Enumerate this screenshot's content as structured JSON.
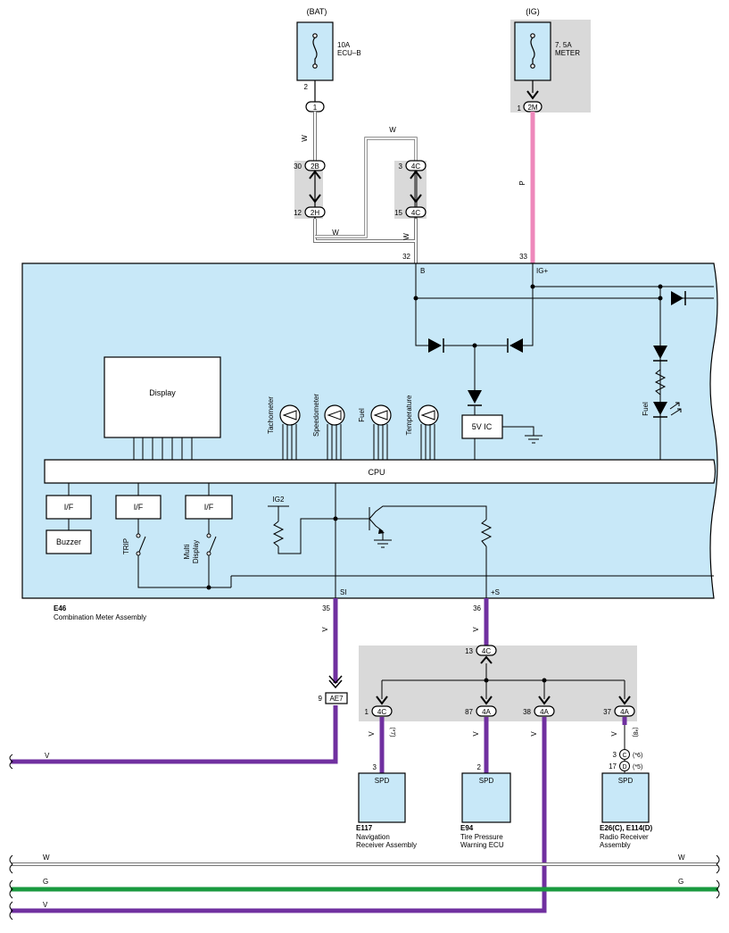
{
  "colors": {
    "meter_fill": "#c8e8f8",
    "shade": "#d9d9d9",
    "wire_white": "#777777",
    "wire_pink": "#ee88bb",
    "wire_violet": "#7030a0",
    "wire_green": "#1a9a40",
    "line": "#000000"
  },
  "sources": {
    "bat": {
      "label": "(BAT)",
      "fuse_amp": "10A",
      "fuse_name": "ECU–B",
      "pin": "2",
      "connector": "1"
    },
    "ig": {
      "label": "(IG)",
      "fuse_amp": "7. 5A",
      "fuse_name": "METER",
      "pin": "1",
      "connector": "2M"
    }
  },
  "wires": {
    "w": "W",
    "p": "P",
    "v": "V",
    "g": "G"
  },
  "junctions": {
    "j2b": {
      "pin": "30",
      "connector": "2B"
    },
    "j2h": {
      "pin": "12",
      "connector": "2H"
    },
    "j4c_top": {
      "pin": "3",
      "connector": "4C"
    },
    "j4c_bot": {
      "pin": "15",
      "connector": "4C"
    }
  },
  "meter": {
    "code": "E46",
    "name": "Combination Meter Assembly",
    "pin_b_num": "32",
    "pin_b_label": "B",
    "pin_ig_num": "33",
    "pin_ig_label": "IG+",
    "display": "Display",
    "gauges": [
      "Tachometer",
      "Speedometer",
      "Fuel",
      "Temperature"
    ],
    "ic": "5V IC",
    "fuel_led": "Fuel",
    "cpu": "CPU",
    "if1": "I/F",
    "if2": "I/F",
    "if3": "I/F",
    "buzzer": "Buzzer",
    "trip": "TRIP",
    "multi_1": "Multi",
    "multi_2": "Display",
    "ig2": "IG2",
    "si_label": "SI",
    "s_label": "+S",
    "si_pin": "35",
    "s_pin": "36"
  },
  "ae7": {
    "pin": "9",
    "connector": "AE7"
  },
  "junction_4c": {
    "pin": "13",
    "connector": "4C"
  },
  "branches": [
    {
      "pin": "1",
      "connector": "4C",
      "note": "(*7)"
    },
    {
      "pin": "87",
      "connector": "4A",
      "note": ""
    },
    {
      "pin": "38",
      "connector": "4A",
      "note": ""
    },
    {
      "pin": "37",
      "connector": "4A",
      "note": "(*8)"
    }
  ],
  "radio_conn": [
    {
      "pin": "3",
      "letter": "C",
      "note": "(*6)"
    },
    {
      "pin": "17",
      "letter": "D",
      "note": "(*5)"
    }
  ],
  "receivers": [
    {
      "pin": "3",
      "box": "SPD",
      "code": "E117",
      "name1": "Navigation",
      "name2": "Receiver Assembly"
    },
    {
      "pin": "2",
      "box": "SPD",
      "code": "E94",
      "name1": "Tire Pressure",
      "name2": "Warning ECU"
    },
    {
      "pin": "",
      "box": "SPD",
      "code": "E26(C), E114(D)",
      "name1": "Radio Receiver",
      "name2": "Assembly"
    }
  ],
  "buses": {
    "w_left": "W",
    "w_right": "W",
    "g_left": "G",
    "g_right": "G",
    "v_left": "V"
  }
}
